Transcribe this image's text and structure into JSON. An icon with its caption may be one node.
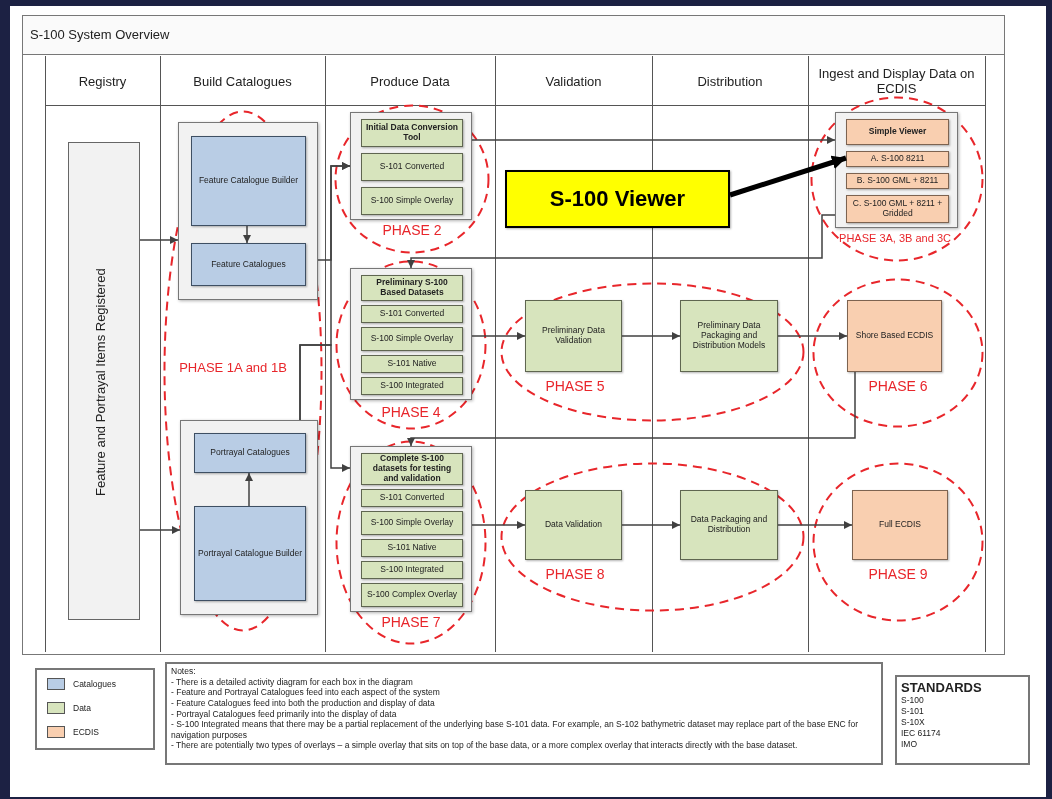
{
  "diagram": {
    "title": "S-100 System Overview",
    "nodes": [
      {
        "text": [
          "Feature and Portrayal Items Registered"
        ]
      },
      {
        "text": [
          "PHASE 1A and 1B"
        ]
      },
      {
        "text": [],
        "shape": "box",
        "in": 1
      },
      {
        "text": [
          "Feature Catalogue Builder"
        ],
        "in": 2
      },
      {
        "text": [
          "Feature Catalogues"
        ],
        "in": 2
      },
      {
        "text": [],
        "shape": "box",
        "in": 1
      },
      {
        "text": [
          "Portrayal Catalogues"
        ],
        "in": 5
      },
      {
        "text": [
          "Portrayal Catalogue Builder"
        ],
        "in": 5
      },
      {
        "text": [
          "PHASE 2"
        ]
      },
      {
        "text": [],
        "shape": "box",
        "in": 8
      },
      {
        "text": [
          "Initial Data Conversion Tool"
        ],
        "in": 9
      },
      {
        "text": [
          "S-101 Converted"
        ],
        "in": 9
      },
      {
        "text": [
          "S-100 Simple Overlay"
        ],
        "in": 9
      },
      {
        "text": [
          "PHASE 4"
        ]
      },
      {
        "text": [],
        "shape": "box",
        "in": 13
      },
      {
        "text": [
          "Preliminary S-100 Based Datasets"
        ],
        "in": 14
      },
      {
        "text": [
          "S-101 Converted"
        ],
        "in": 14
      },
      {
        "text": [
          "S-100 Simple Overlay"
        ],
        "in": 14
      },
      {
        "text": [
          "S-101 Native"
        ],
        "in": 14
      },
      {
        "text": [
          "S-100 Integrated"
        ],
        "in": 14
      },
      {
        "text": [
          "PHASE 7"
        ]
      },
      {
        "text": [],
        "shape": "box",
        "in": 20
      },
      {
        "text": [
          "Complete S-100 datasets for testing and validation"
        ],
        "in": 21
      },
      {
        "text": [
          "S-101 Converted"
        ],
        "in": 21
      },
      {
        "text": [
          "S-100 Simple Overlay"
        ],
        "in": 21
      },
      {
        "text": [
          "S-101 Native"
        ],
        "in": 21
      },
      {
        "text": [
          "S-100 Integrated"
        ],
        "in": 21
      },
      {
        "text": [
          "S-100 Complex Overlay"
        ],
        "in": 21
      },
      {
        "text": [
          "PHASE 5"
        ]
      },
      {
        "text": [
          "Preliminary Data Validation"
        ],
        "in": 28
      },
      {
        "text": [
          "Preliminary Data Packaging and Distribution Models"
        ],
        "in": 28
      },
      {
        "text": [
          "PHASE 8"
        ]
      },
      {
        "text": [
          "Data Validation"
        ],
        "in": 31
      },
      {
        "text": [
          "Data Packaging and Distribution"
        ],
        "in": 31
      },
      {
        "text": [
          "PHASE 3A, 3B and 3C"
        ]
      },
      {
        "text": [],
        "shape": "box",
        "in": 34
      },
      {
        "text": [
          "Simple Viewer"
        ],
        "in": 35
      },
      {
        "text": [
          "A. S-100 8211"
        ],
        "in": 35
      },
      {
        "text": [
          "B. S-100 GML + 8211"
        ],
        "in": 35
      },
      {
        "text": [
          "C. S-100 GML + 8211 + Gridded"
        ],
        "in": 35
      },
      {
        "text": [
          "PHASE 6"
        ]
      },
      {
        "text": [
          "Shore Based ECDIS"
        ],
        "in": 40
      },
      {
        "text": [
          "PHASE 9"
        ]
      },
      {
        "text": [
          "Full ECDIS"
        ],
        "in": 42
      },
      {
        "text": [
          "S-100 Viewer"
        ]
      },
      {
        "text": [
          "Notes:",
          "- There is a detailed activity diagram for each box in the diagram",
          "- Feature and Portrayal Catalogues feed into each aspect of the system",
          "- Feature Catalogues feed into both the production and display of data",
          "- Portrayal Catalogues feed primarily into the display of data",
          "- S-100 Integrated means that there may be a partial replacement of the underlying base S-101 data. For example, an S-102 bathymetric dataset may replace part of the base ENC for navigation purposes",
          "- There are potentially two types of overlays – a simple overlay that sits on top of the base data, or a more complex overlay that interacts directly with the base dataset."
        ]
      },
      {
        "text": [
          "STANDARDS",
          "S-100",
          "S-101",
          "S-10X",
          "IEC 61174",
          "IMO"
        ]
      }
    ],
    "edges": [
      {
        "from": 0,
        "to": 2,
        "arrow": "to"
      },
      {
        "from": 0,
        "to": 5,
        "arrow": "to"
      },
      {
        "from": 3,
        "to": 4,
        "arrow": "to"
      },
      {
        "from": 7,
        "to": 6,
        "arrow": "to"
      },
      {
        "from": 2,
        "to": 9,
        "arrow": "to"
      },
      {
        "from": 5,
        "to": 9,
        "arrow": "to"
      },
      {
        "from": 5,
        "to": 21,
        "arrow": "to"
      },
      {
        "from": 9,
        "to": 35,
        "arrow": "to"
      },
      {
        "from": 35,
        "to": 14,
        "arrow": "to"
      },
      {
        "from": 14,
        "to": 29,
        "arrow": "to"
      },
      {
        "from": 29,
        "to": 30,
        "arrow": "to"
      },
      {
        "from": 30,
        "to": 41,
        "arrow": "to"
      },
      {
        "from": 41,
        "to": 21,
        "arrow": "to"
      },
      {
        "from": 21,
        "to": 32,
        "arrow": "to"
      },
      {
        "from": 32,
        "to": 33,
        "arrow": "to"
      },
      {
        "from": 33,
        "to": 43,
        "arrow": "to"
      },
      {
        "from": 44,
        "to": 37,
        "arrow": "to",
        "style": "thick",
        "color": "#000000"
      }
    ],
    "labels": [
      "Registry",
      "Build Catalogues",
      "Produce Data",
      "Validation",
      "Distribution",
      "Ingest and Display Data on ECDIS"
    ],
    "legend": [
      {
        "text": "Catalogues",
        "color": "#b9cde5"
      },
      {
        "text": "Data",
        "color": "#d7e4bd"
      },
      {
        "text": "ECDIS",
        "color": "#f9cfb0"
      }
    ]
  }
}
